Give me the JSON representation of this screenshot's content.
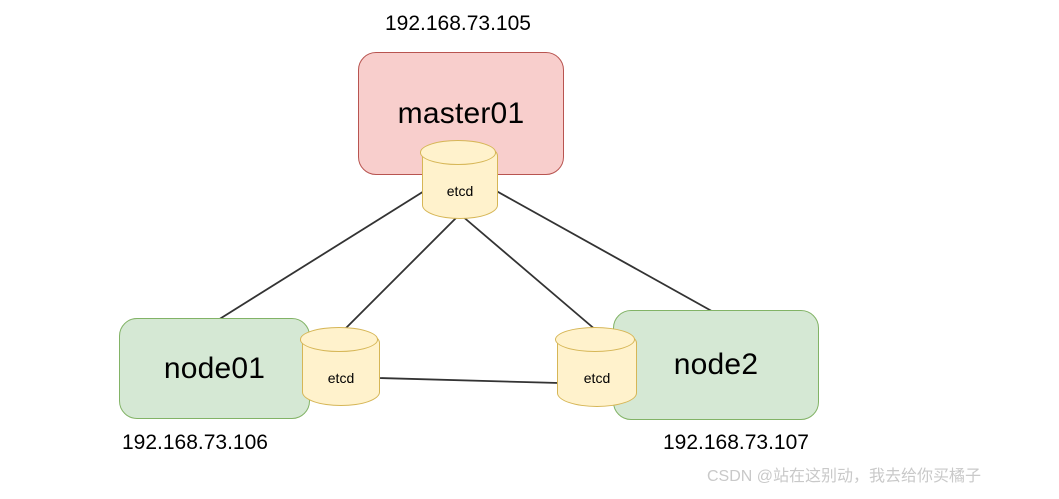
{
  "diagram": {
    "type": "etcd-cluster-topology",
    "nodes": [
      {
        "id": "master01",
        "label": "master01",
        "ip": "192.168.73.105",
        "role": "master",
        "fill": "#f8cecc",
        "stroke": "#b85450",
        "db_label": "etcd"
      },
      {
        "id": "node01",
        "label": "node01",
        "ip": "192.168.73.106",
        "role": "worker",
        "fill": "#d5e8d4",
        "stroke": "#82b366",
        "db_label": "etcd"
      },
      {
        "id": "node2",
        "label": "node2",
        "ip": "192.168.73.107",
        "role": "worker",
        "fill": "#d5e8d4",
        "stroke": "#82b366",
        "db_label": "etcd"
      }
    ],
    "edges": [
      {
        "from": "master01-etcd",
        "to": "node01-box"
      },
      {
        "from": "master01-etcd",
        "to": "node01-etcd"
      },
      {
        "from": "master01-etcd",
        "to": "node2-etcd"
      },
      {
        "from": "master01-etcd",
        "to": "node2-box"
      },
      {
        "from": "node01-etcd",
        "to": "node2-etcd"
      }
    ],
    "edge_color": "#333333"
  },
  "watermark": {
    "text": "CSDN @站在这别动，我去给你买橘子",
    "color": "#c9c9c9"
  }
}
